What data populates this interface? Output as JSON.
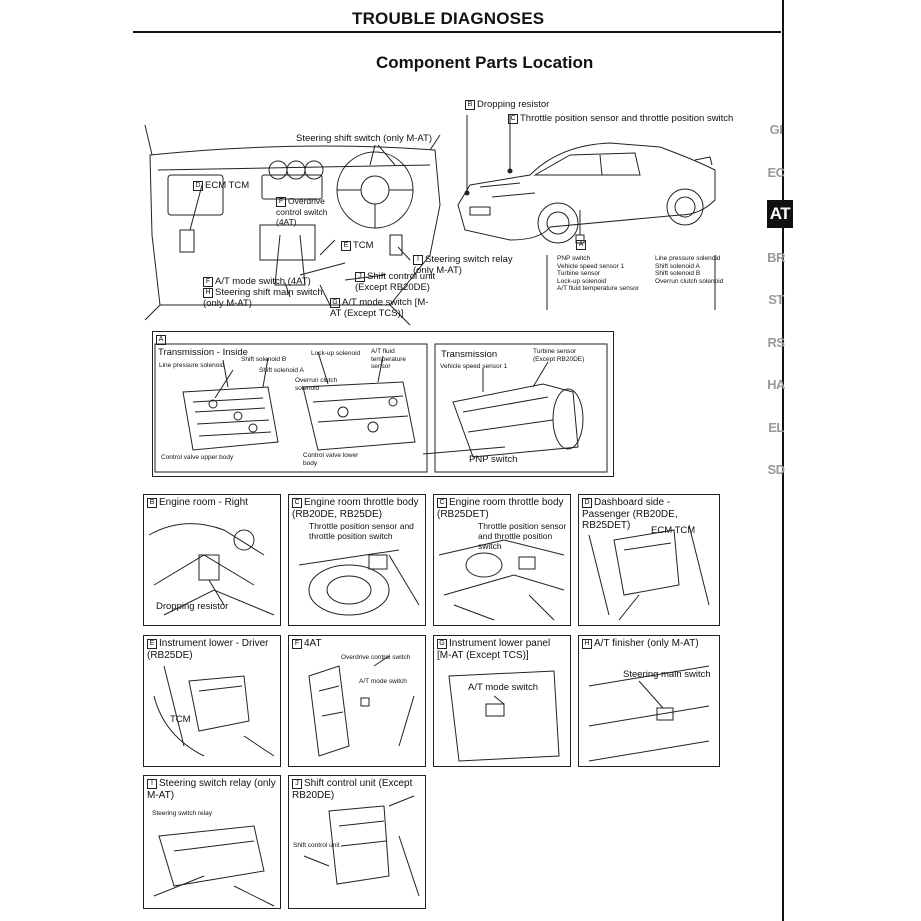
{
  "header": {
    "title": "TROUBLE DIAGNOSES"
  },
  "subtitle": "Component Parts Location",
  "side_tabs": [
    "GI",
    "EC",
    "AT",
    "BR",
    "ST",
    "RS",
    "HA",
    "EL",
    "SD"
  ],
  "active_tab": "AT",
  "overview": {
    "dropping_resistor": "Dropping resistor",
    "tps": "Throttle position sensor and throttle position switch",
    "steering_shift": "Steering shift switch (only M-AT)",
    "ecm_tcm": "ECM TCM",
    "overdrive": "Overdrive control switch (4AT)",
    "tcm": "TCM",
    "ss_relay": "Steering switch relay (only M-AT)",
    "at_mode_4at": "A/T mode switch (4AT)",
    "shift_ctrl": "Shift control unit (Except RB20DE)",
    "ss_main": "Steering shift main switch (only M-AT)",
    "at_mode_mat": "A/T mode switch [M-AT (Except TCS)]",
    "list_left": [
      "PNP switch",
      "Vehicle speed sensor 1",
      "Turbine sensor",
      "Lock-up solenoid",
      "A/T fluid temperature sensor"
    ],
    "list_right": [
      "Line pressure solenoid",
      "Shift solenoid A",
      "Shift solenoid B",
      "Overrun clutch solenoid"
    ],
    "letter_a": "A",
    "letter_b": "B",
    "letter_c": "C",
    "letter_d": "D",
    "letter_e": "E",
    "letter_f": "F",
    "letter_g": "G",
    "letter_h": "H",
    "letter_i": "I",
    "letter_j": "J"
  },
  "panel_a": {
    "letter": "A",
    "left_title": "Transmission - Inside",
    "shift_b": "Shift solenoid B",
    "lockup": "Lock-up solenoid",
    "at_fluid": "A/T fluid temperature sensor",
    "line_pressure": "Line pressure solenoid",
    "shift_a": "Shift solenoid A",
    "overrun": "Overrun clutch solenoid",
    "cv_upper": "Control valve upper body",
    "cv_lower": "Control valve lower body",
    "right_title": "Transmission",
    "turbine": "Turbine sensor (Except RB20DE)",
    "vss": "Vehicle speed sensor 1",
    "pnp": "PNP switch"
  },
  "panels": [
    {
      "letter": "B",
      "title": "Engine room - Right",
      "labels": [
        "Dropping resistor"
      ]
    },
    {
      "letter": "C",
      "title": "Engine room throttle body (RB20DE, RB25DE)",
      "labels": [
        "Throttle position sensor and throttle position switch"
      ]
    },
    {
      "letter": "C",
      "title": "Engine room throttle body (RB25DET)",
      "labels": [
        "Throttle position sensor and throttle position switch"
      ]
    },
    {
      "letter": "D",
      "title": "Dashboard side - Passenger (RB20DE, RB25DET)",
      "labels": [
        "ECM TCM"
      ]
    },
    {
      "letter": "E",
      "title": "Instrument lower - Driver (RB25DE)",
      "labels": [
        "TCM"
      ]
    },
    {
      "letter": "F",
      "title": "4AT",
      "labels": [
        "Overdrive control switch",
        "A/T mode switch"
      ]
    },
    {
      "letter": "G",
      "title": "Instrument lower panel [M-AT (Except TCS)]",
      "labels": [
        "A/T mode switch"
      ]
    },
    {
      "letter": "H",
      "title": "A/T finisher (only M-AT)",
      "labels": [
        "Steering main switch"
      ]
    },
    {
      "letter": "I",
      "title": "Steering switch relay (only M-AT)",
      "labels": [
        "Steering switch relay"
      ]
    },
    {
      "letter": "J",
      "title": "Shift control unit (Except RB20DE)",
      "labels": [
        "Shift control unit"
      ]
    }
  ]
}
